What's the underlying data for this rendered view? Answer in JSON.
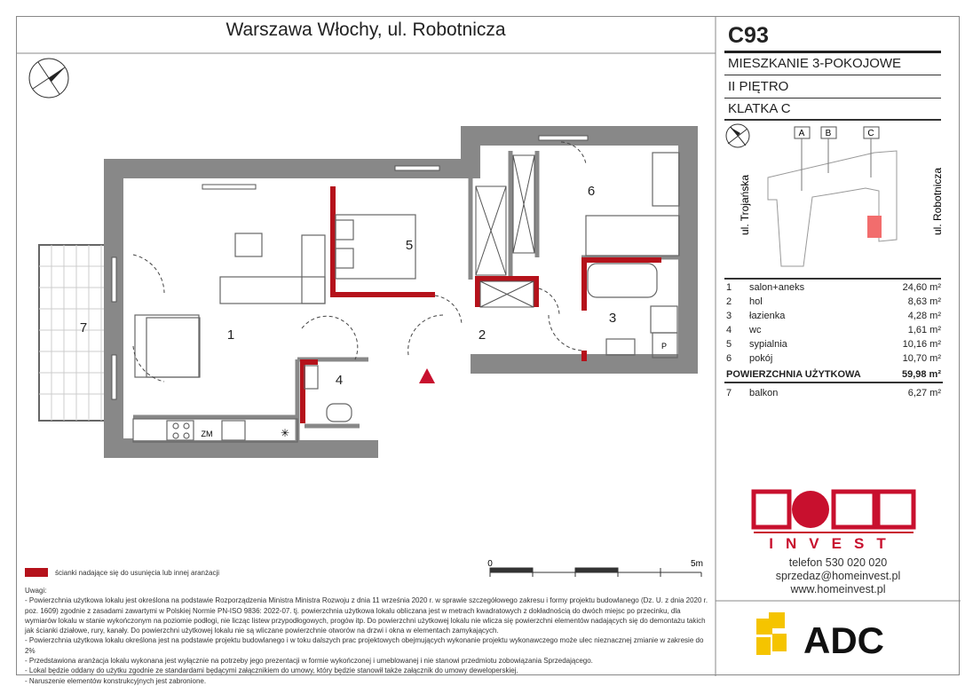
{
  "header": {
    "title": "Warszawa Włochy, ul. Robotnicza"
  },
  "unit": {
    "code": "C93",
    "type": "MIESZKANIE 3-POKOJOWE",
    "floor": "II PIĘTRO",
    "staircase": "KLATKA C"
  },
  "key_plan": {
    "staircases": [
      "A",
      "B",
      "C"
    ],
    "street_left": "ul. Trojańska",
    "street_right": "ul. Robotnicza",
    "highlight_color": "#f26d6d"
  },
  "rooms": [
    {
      "num": "1",
      "name": "salon+aneks",
      "area": "24,60 m²"
    },
    {
      "num": "2",
      "name": "hol",
      "area": "8,63 m²"
    },
    {
      "num": "3",
      "name": "łazienka",
      "area": "4,28 m²"
    },
    {
      "num": "4",
      "name": "wc",
      "area": "1,61 m²"
    },
    {
      "num": "5",
      "name": "sypialnia",
      "area": "10,16 m²"
    },
    {
      "num": "6",
      "name": "pokój",
      "area": "10,70 m²"
    }
  ],
  "total": {
    "label": "POWIERZCHNIA UŻYTKOWA",
    "area": "59,98 m²"
  },
  "balcony": {
    "num": "7",
    "name": "balkon",
    "area": "6,27 m²"
  },
  "plan_labels": {
    "r1": "1",
    "r2": "2",
    "r3": "3",
    "r4": "4",
    "r5": "5",
    "r6": "6",
    "r7": "7",
    "fridge": "ZM",
    "boiler": "P"
  },
  "scale": {
    "start": "0",
    "end": "5m"
  },
  "legend": {
    "text": "ścianki nadające się do usunięcia lub innej aranżacji",
    "color": "#b5121b"
  },
  "contact": {
    "phone": "telefon 530 020 020",
    "email": "sprzedaz@homeinvest.pl",
    "web": "www.homeinvest.pl"
  },
  "logos": {
    "home": "HOME",
    "invest": "INVEST",
    "adc": "ADC",
    "home_color": "#c8102e",
    "adc_color": "#f5c400"
  },
  "notes": {
    "heading": "Uwagi:",
    "items": [
      "- Powierzchnia użytkowa lokalu jest określona na podstawie Rozporządzenia Ministra Ministra Rozwoju z dnia 11 września 2020 r. w sprawie szczegółowego zakresu i formy projektu budowlanego (Dz. U. z dnia 2020 r. poz. 1609) zgodnie z zasadami zawartymi w Polskiej Normie PN-ISO 9836: 2022-07. tj. powierzchnia użytkowa lokalu obliczana jest w metrach kwadratowych z dokładnością do dwóch miejsc po przecinku, dla wymiarów lokalu w stanie wykończonym na poziomie podłogi, nie licząc listew przypodłogowych, progów itp. Do powierzchni użytkowej lokalu nie wlicza się powierzchni elementów nadających się do demontażu takich jak ścianki działowe, rury, kanały. Do powierzchni użytkowej lokalu nie są wliczane powierzchnie otworów na drzwi i okna w elementach zamykających.",
      "- Powierzchnia użytkowa lokalu określona jest na podstawie projektu budowlanego i w toku dalszych prac projektowych obejmujących wykonanie projektu wykonawczego może ulec nieznacznej zmianie w zakresie do 2%",
      "- Przedstawiona aranżacja lokalu wykonana jest wyłącznie na potrzeby jego prezentacji w formie wykończonej i umeblowanej i nie stanowi przedmiotu zobowiązania Sprzedającego.",
      "- Lokal będzie oddany do użytku zgodnie ze standardami będącymi załącznikiem do umowy, który będzie stanowił także załącznik do umowy deweloperskiej.",
      "- Naruszenie elementów konstrukcyjnych jest zabronione."
    ]
  }
}
